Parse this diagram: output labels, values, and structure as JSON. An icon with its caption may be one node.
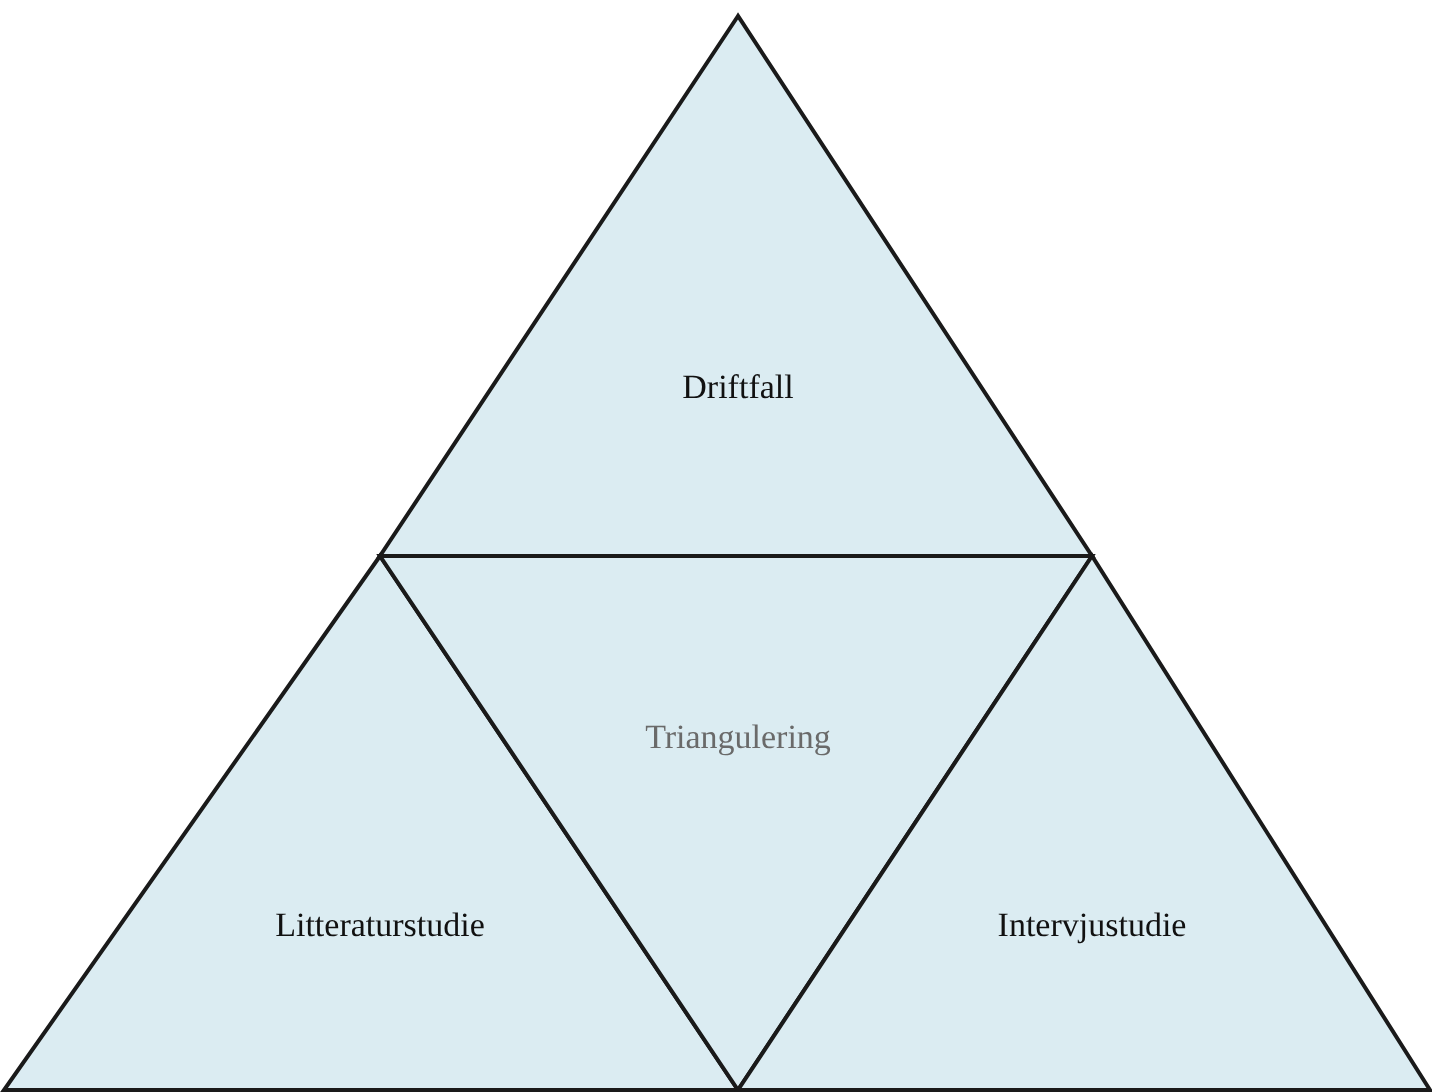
{
  "diagram": {
    "nodes": [
      {
        "text": [
          "Driftfall"
        ]
      },
      {
        "text": [
          "Litteraturstudie"
        ]
      },
      {
        "text": [
          "Triangulering"
        ]
      },
      {
        "text": [
          "Intervjustudie"
        ]
      }
    ]
  }
}
